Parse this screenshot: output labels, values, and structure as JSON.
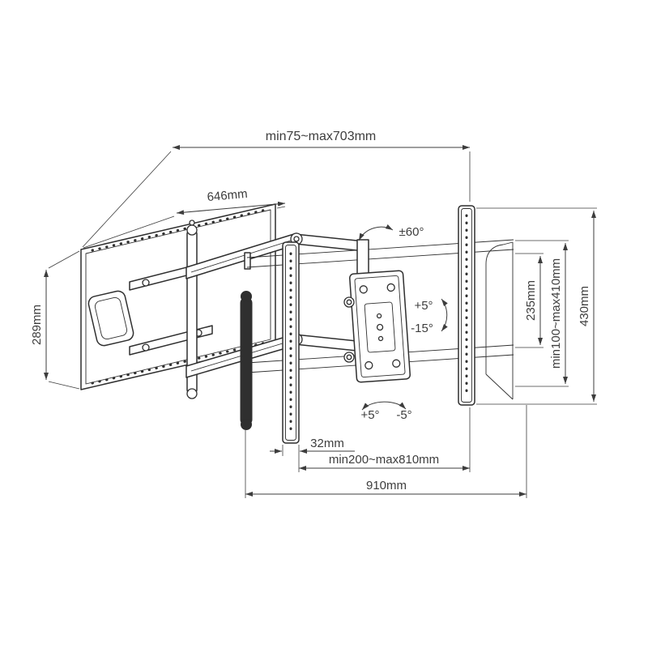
{
  "diagram": {
    "title": "Full-motion TV wall mount dimensional drawing",
    "colors": {
      "background": "#ffffff",
      "line": "#2f2f2f",
      "dimension_text": "#3d3d3d"
    },
    "dimensions": {
      "extension_range": "min75~max703mm",
      "wall_plate_width": "646mm",
      "wall_plate_height": "289mm",
      "rail_hole_span": "235mm",
      "vesa_vertical_range": "min100~max410mm",
      "bracket_height": "430mm",
      "rail_width": "32mm",
      "vesa_horizontal_range": "min200~max810mm",
      "overall_width": "910mm"
    },
    "angles": {
      "swivel_range": "±60°",
      "tilt_up": "+5°",
      "tilt_down": "-15°",
      "level_left": "+5°",
      "level_right": "-5°"
    }
  }
}
